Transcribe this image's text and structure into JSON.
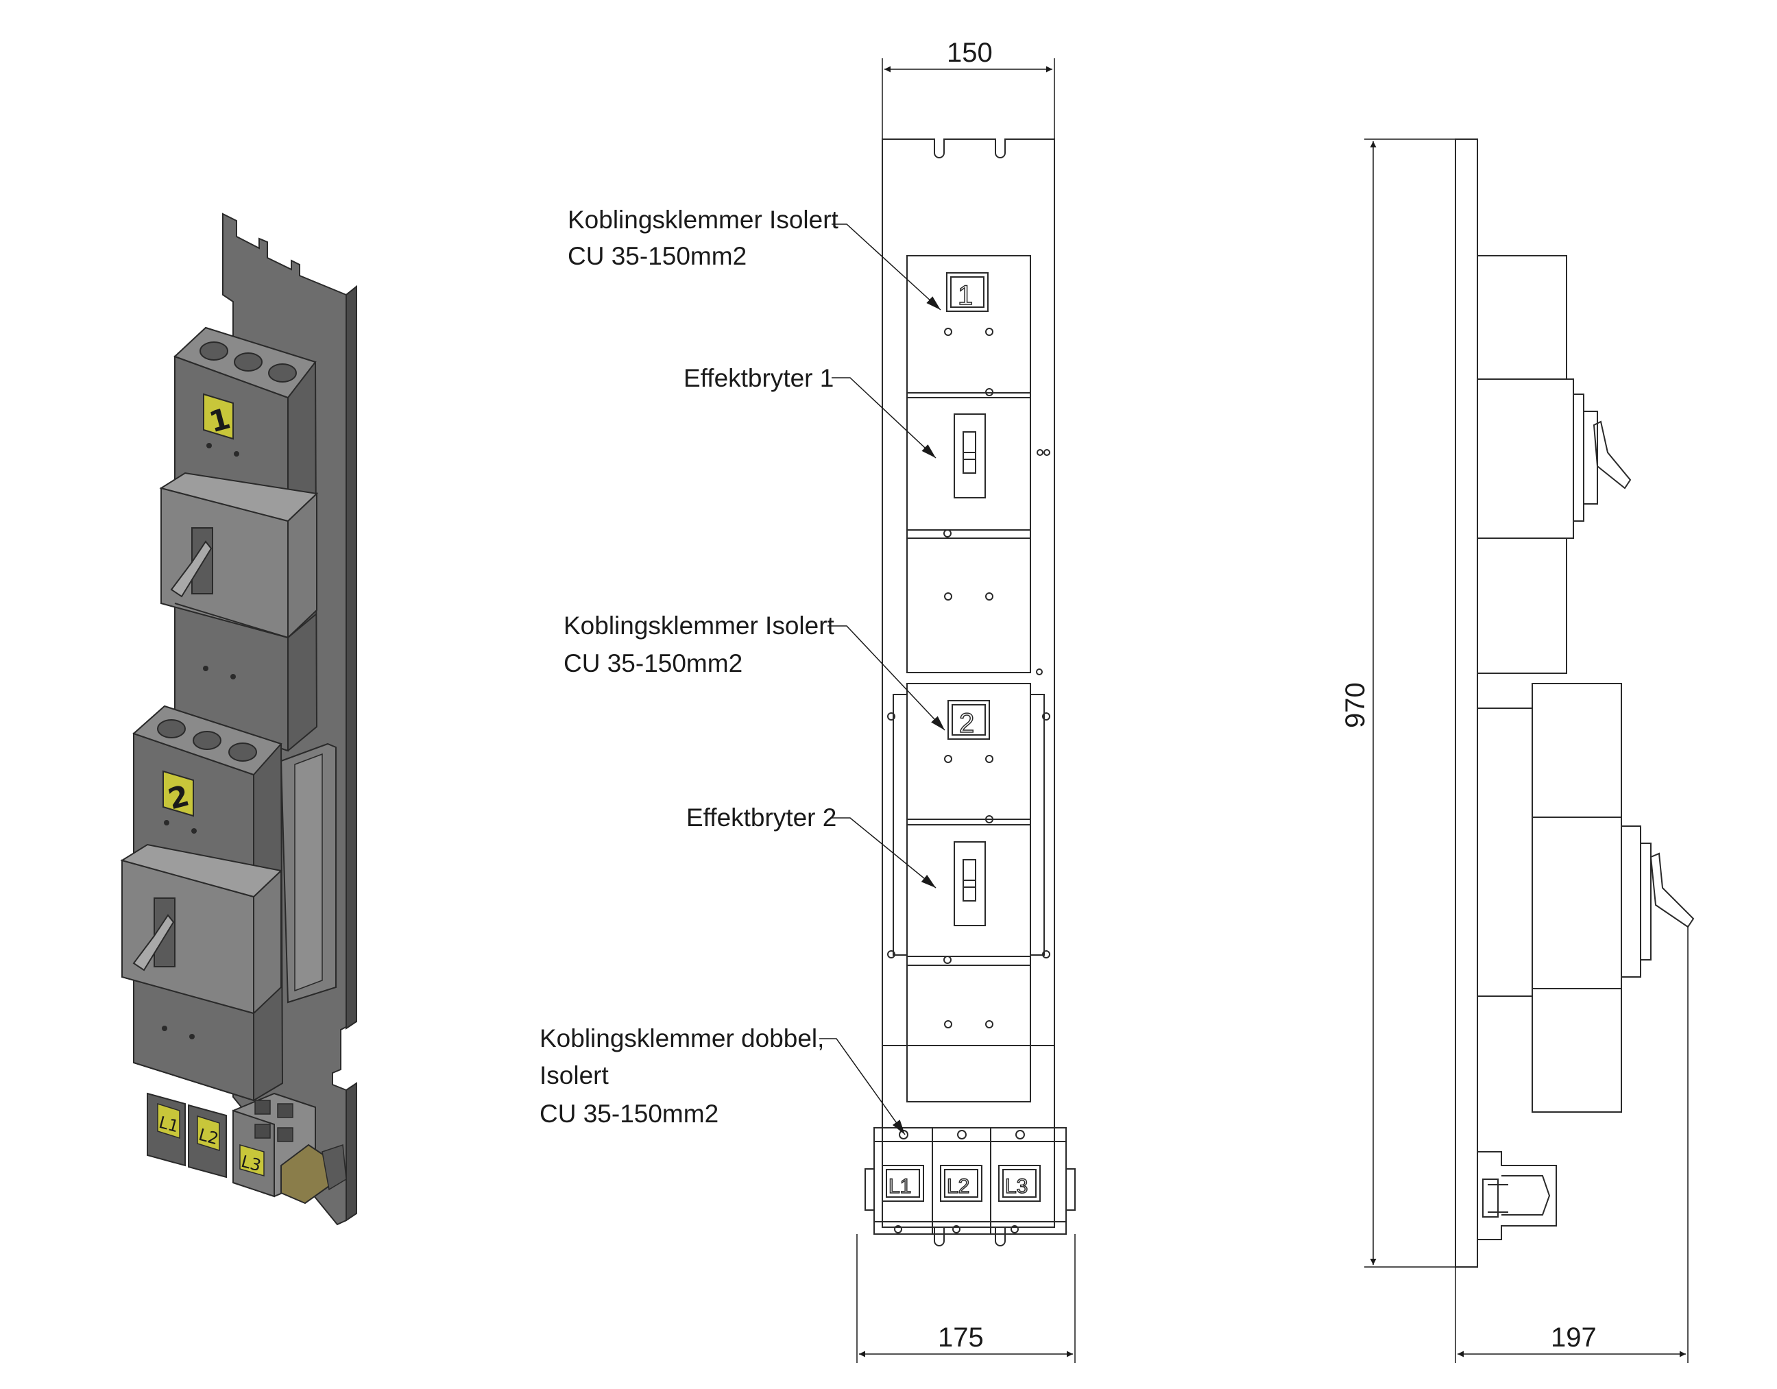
{
  "callouts": {
    "terminal_1": {
      "line1": "Koblingsklemmer Isolert",
      "line2": "CU 35-150mm2"
    },
    "breaker_1": {
      "text": "Effektbryter 1"
    },
    "terminal_2": {
      "line1": "Koblingsklemmer Isolert",
      "line2": "CU 35-150mm2"
    },
    "breaker_2": {
      "text": "Effektbryter 2"
    },
    "double_terminal": {
      "line1": "Koblingsklemmer dobbel,",
      "line2": "Isolert",
      "line3": "CU 35-150mm2"
    }
  },
  "dimensions": {
    "top_width": "150",
    "bottom_width": "175",
    "height": "970",
    "depth": "197"
  },
  "part_labels": {
    "unit_1": "1",
    "unit_2": "2",
    "phase_1": "L1",
    "phase_2": "L2",
    "phase_3": "L3"
  },
  "colors": {
    "line": "#2a2a2a",
    "module_dark": "#5a5a5a",
    "module_mid": "#7b7b7b",
    "module_light": "#9a9a9a",
    "label_yellow": "#c8c63a",
    "terminal_tan": "#8a7d4a"
  }
}
